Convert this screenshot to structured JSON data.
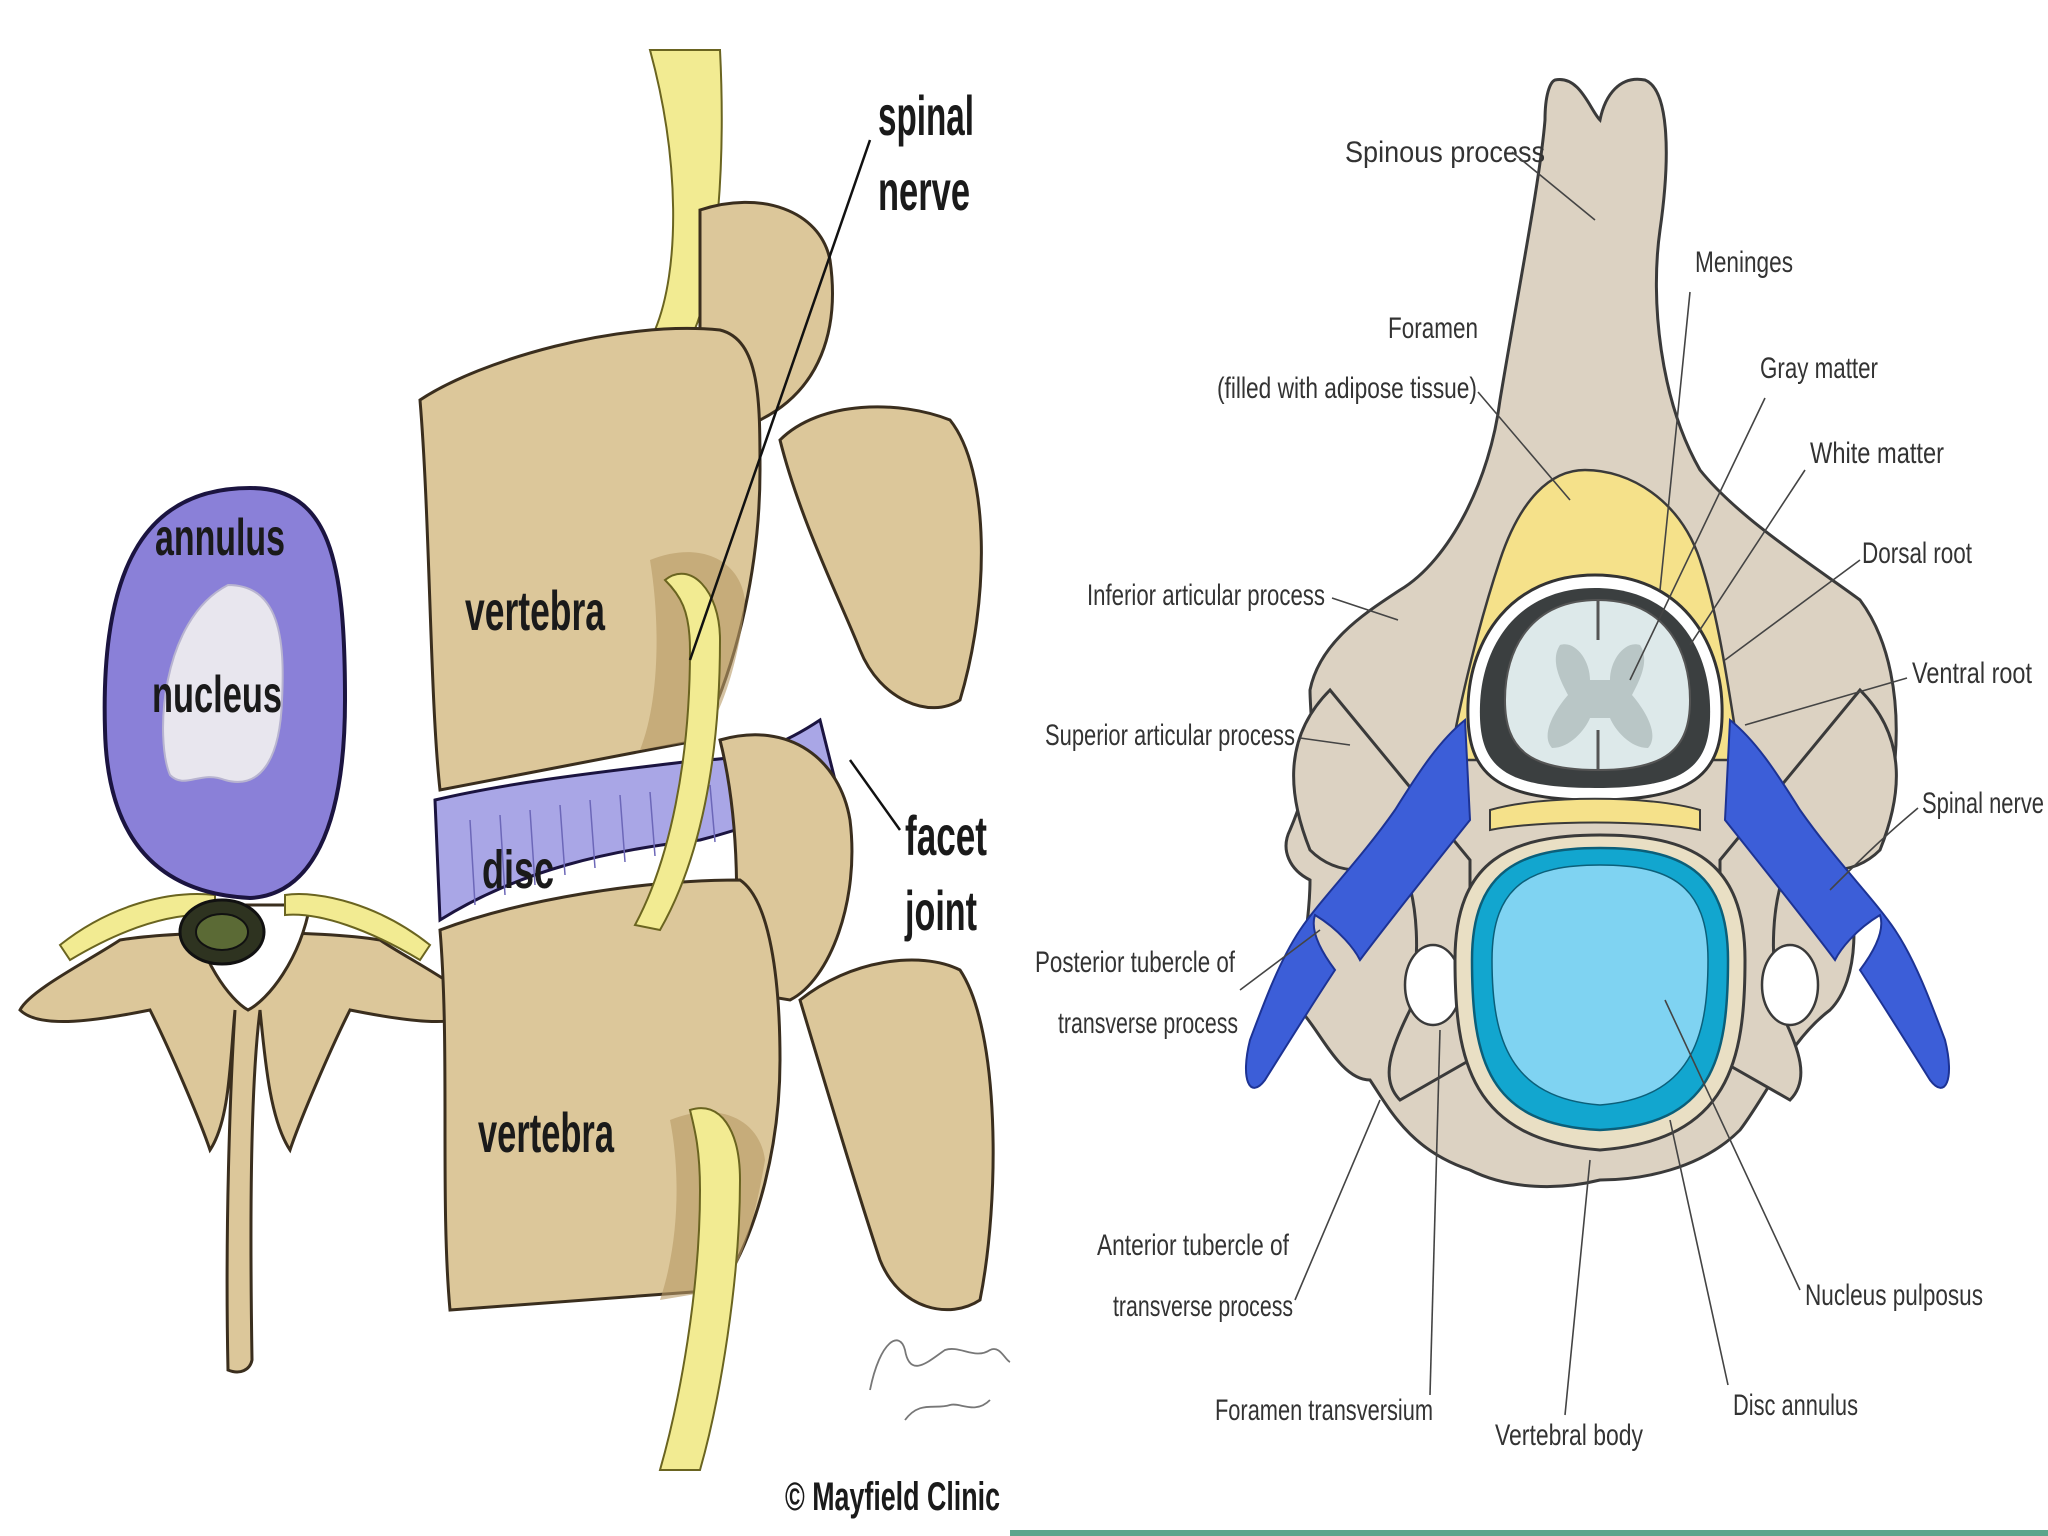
{
  "left_panel": {
    "labels": {
      "annulus": "annulus",
      "nucleus": "nucleus",
      "spinal_nerve_1": "spinal",
      "spinal_nerve_2": "nerve",
      "vertebra_top": "vertebra",
      "disc": "disc",
      "vertebra_bottom": "vertebra",
      "facet_joint_1": "facet",
      "facet_joint_2": "joint"
    },
    "copyright": "© Mayfield Clinic",
    "colors": {
      "annulus": "#8a80d8",
      "nucleus": "#e8e6ee",
      "bone": "#dcc79a",
      "bone_shadow": "#b79a66",
      "nerve": "#f2eb92",
      "disc": "#a9a6e6"
    }
  },
  "right_panel": {
    "labels": {
      "spinous_process": "Spinous process",
      "meninges": "Meninges",
      "foramen_1": "Foramen",
      "foramen_2": "(filled with adipose tissue)",
      "gray_matter": "Gray matter",
      "white_matter": "White matter",
      "dorsal_root": "Dorsal root",
      "inferior_articular": "Inferior articular process",
      "ventral_root": "Ventral root",
      "superior_articular": "Superior articular process",
      "spinal_nerve": "Spinal nerve",
      "posterior_tubercle_1": "Posterior tubercle of",
      "posterior_tubercle_2": "transverse process",
      "anterior_tubercle_1": "Anterior tubercle of",
      "anterior_tubercle_2": "transverse process",
      "nucleus_pulposus": "Nucleus pulposus",
      "foramen_transversium": "Foramen transversium",
      "vertebral_body": "Vertebral body",
      "disc_annulus": "Disc annulus"
    },
    "colors": {
      "bone": "#dcd2c2",
      "fat": "#f5e18a",
      "nerve": "#3c5ed8",
      "cord": "#dde9ea",
      "disc_outer": "#12a6cf",
      "disc_inner": "#7fd3f2",
      "strip": "#5aa58c"
    }
  }
}
